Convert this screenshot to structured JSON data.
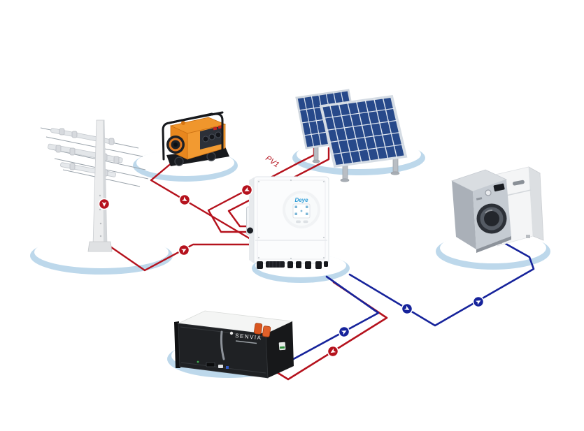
{
  "scene": {
    "description": "Hybrid solar energy storage system connection diagram",
    "labels": {
      "pv_string": "PV1"
    },
    "brands": {
      "inverter_logo": "Deye",
      "battery_logo": "SENVIA"
    },
    "colors": {
      "dc_red_line": "#b5121d",
      "ac_blue_line": "#16239b",
      "platform_rim": "#bdd8eb",
      "panel_blue": "#27498a",
      "generator_orange": "#e8871e"
    },
    "components": {
      "grid": "utility-pole-icon",
      "generator": "gasoline-generator-icon",
      "pv": "solar-panel-array-icon",
      "inverter": "hybrid-inverter-icon",
      "loads": "home-appliances-icon",
      "storage": "lithium-battery-rack-icon"
    }
  }
}
